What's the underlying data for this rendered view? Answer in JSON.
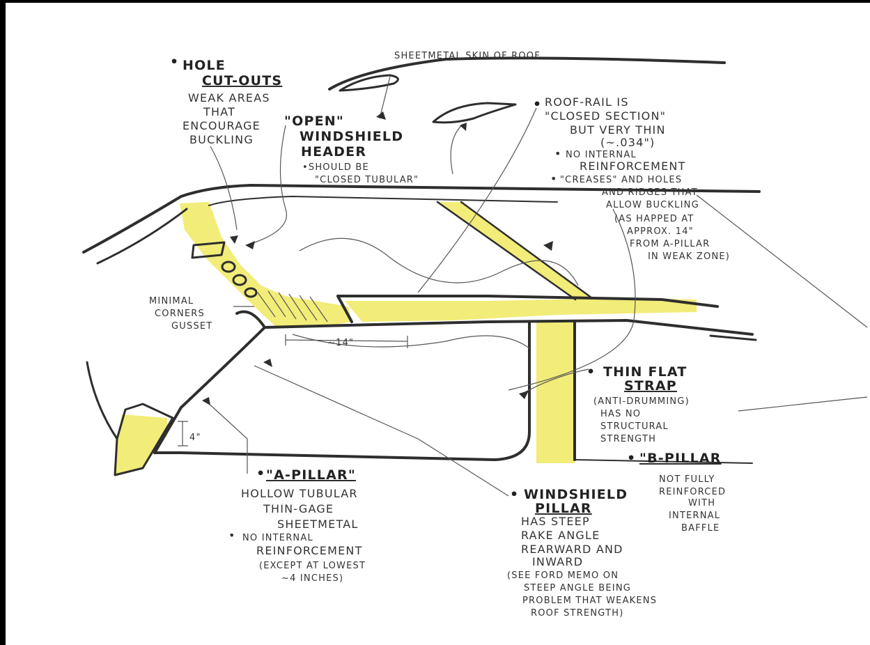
{
  "colors": {
    "highlight": "#f1ea6a",
    "ink": "#2e2e2e",
    "paper": "#ffffff",
    "frame": "#000000"
  },
  "labels": {
    "roof_skin": "SHEETMETAL SKIN OF ROOF",
    "hole_cutouts": {
      "title_1": "HOLE",
      "title_2": "CUT-OUTS",
      "lines": [
        "WEAK AREAS",
        "THAT",
        "ENCOURAGE",
        "BUCKLING"
      ]
    },
    "windshield_header": {
      "title_1": "\"OPEN\"",
      "title_2": "WINDSHIELD",
      "title_3": "HEADER",
      "note_1": "•SHOULD BE",
      "note_2": "\"CLOSED TUBULAR\""
    },
    "roof_rail": {
      "lines": [
        "ROOF-RAIL IS",
        "\"CLOSED SECTION\"",
        "BUT VERY THIN",
        "(~.034\")"
      ],
      "bullet_1": [
        "NO INTERNAL",
        "REINFORCEMENT"
      ],
      "bullet_2": [
        "\"CREASES\" AND HOLES",
        "AND RIDGES THAT",
        "ALLOW BUCKLING",
        "(AS HAPPED AT",
        "APPROX. 14\"",
        "FROM A-PILLAR",
        "IN WEAK ZONE)"
      ]
    },
    "gusset": [
      "MINIMAL",
      "CORNERS",
      "GUSSET"
    ],
    "dim_14": "~14\"",
    "dim_4": "4\"",
    "strap": {
      "title_1": "THIN FLAT",
      "title_2": "STRAP",
      "lines": [
        "(ANTI-DRUMMING)",
        "HAS NO",
        "STRUCTURAL",
        "STRENGTH"
      ]
    },
    "b_pillar": {
      "title": "\"B-PILLAR",
      "lines": [
        "NOT FULLY",
        "REINFORCED",
        "WITH",
        "INTERNAL",
        "BAFFLE"
      ]
    },
    "a_pillar": {
      "title": "\"A-PILLAR\"",
      "lines": [
        "HOLLOW TUBULAR",
        "THIN-GAGE",
        "SHEETMETAL"
      ],
      "bullet": [
        "NO INTERNAL",
        "REINFORCEMENT",
        "(EXCEPT AT LOWEST",
        "~4 INCHES)"
      ]
    },
    "windshield_pillar": {
      "title_1": "WINDSHIELD",
      "title_2": "PILLAR",
      "lines": [
        "HAS STEEP",
        "RAKE ANGLE",
        "REARWARD AND",
        "INWARD"
      ],
      "memo": [
        "(SEE FORD MEMO ON",
        "STEEP ANGLE BEING",
        "PROBLEM THAT WEAKENS",
        "ROOF STRENGTH)"
      ]
    }
  }
}
